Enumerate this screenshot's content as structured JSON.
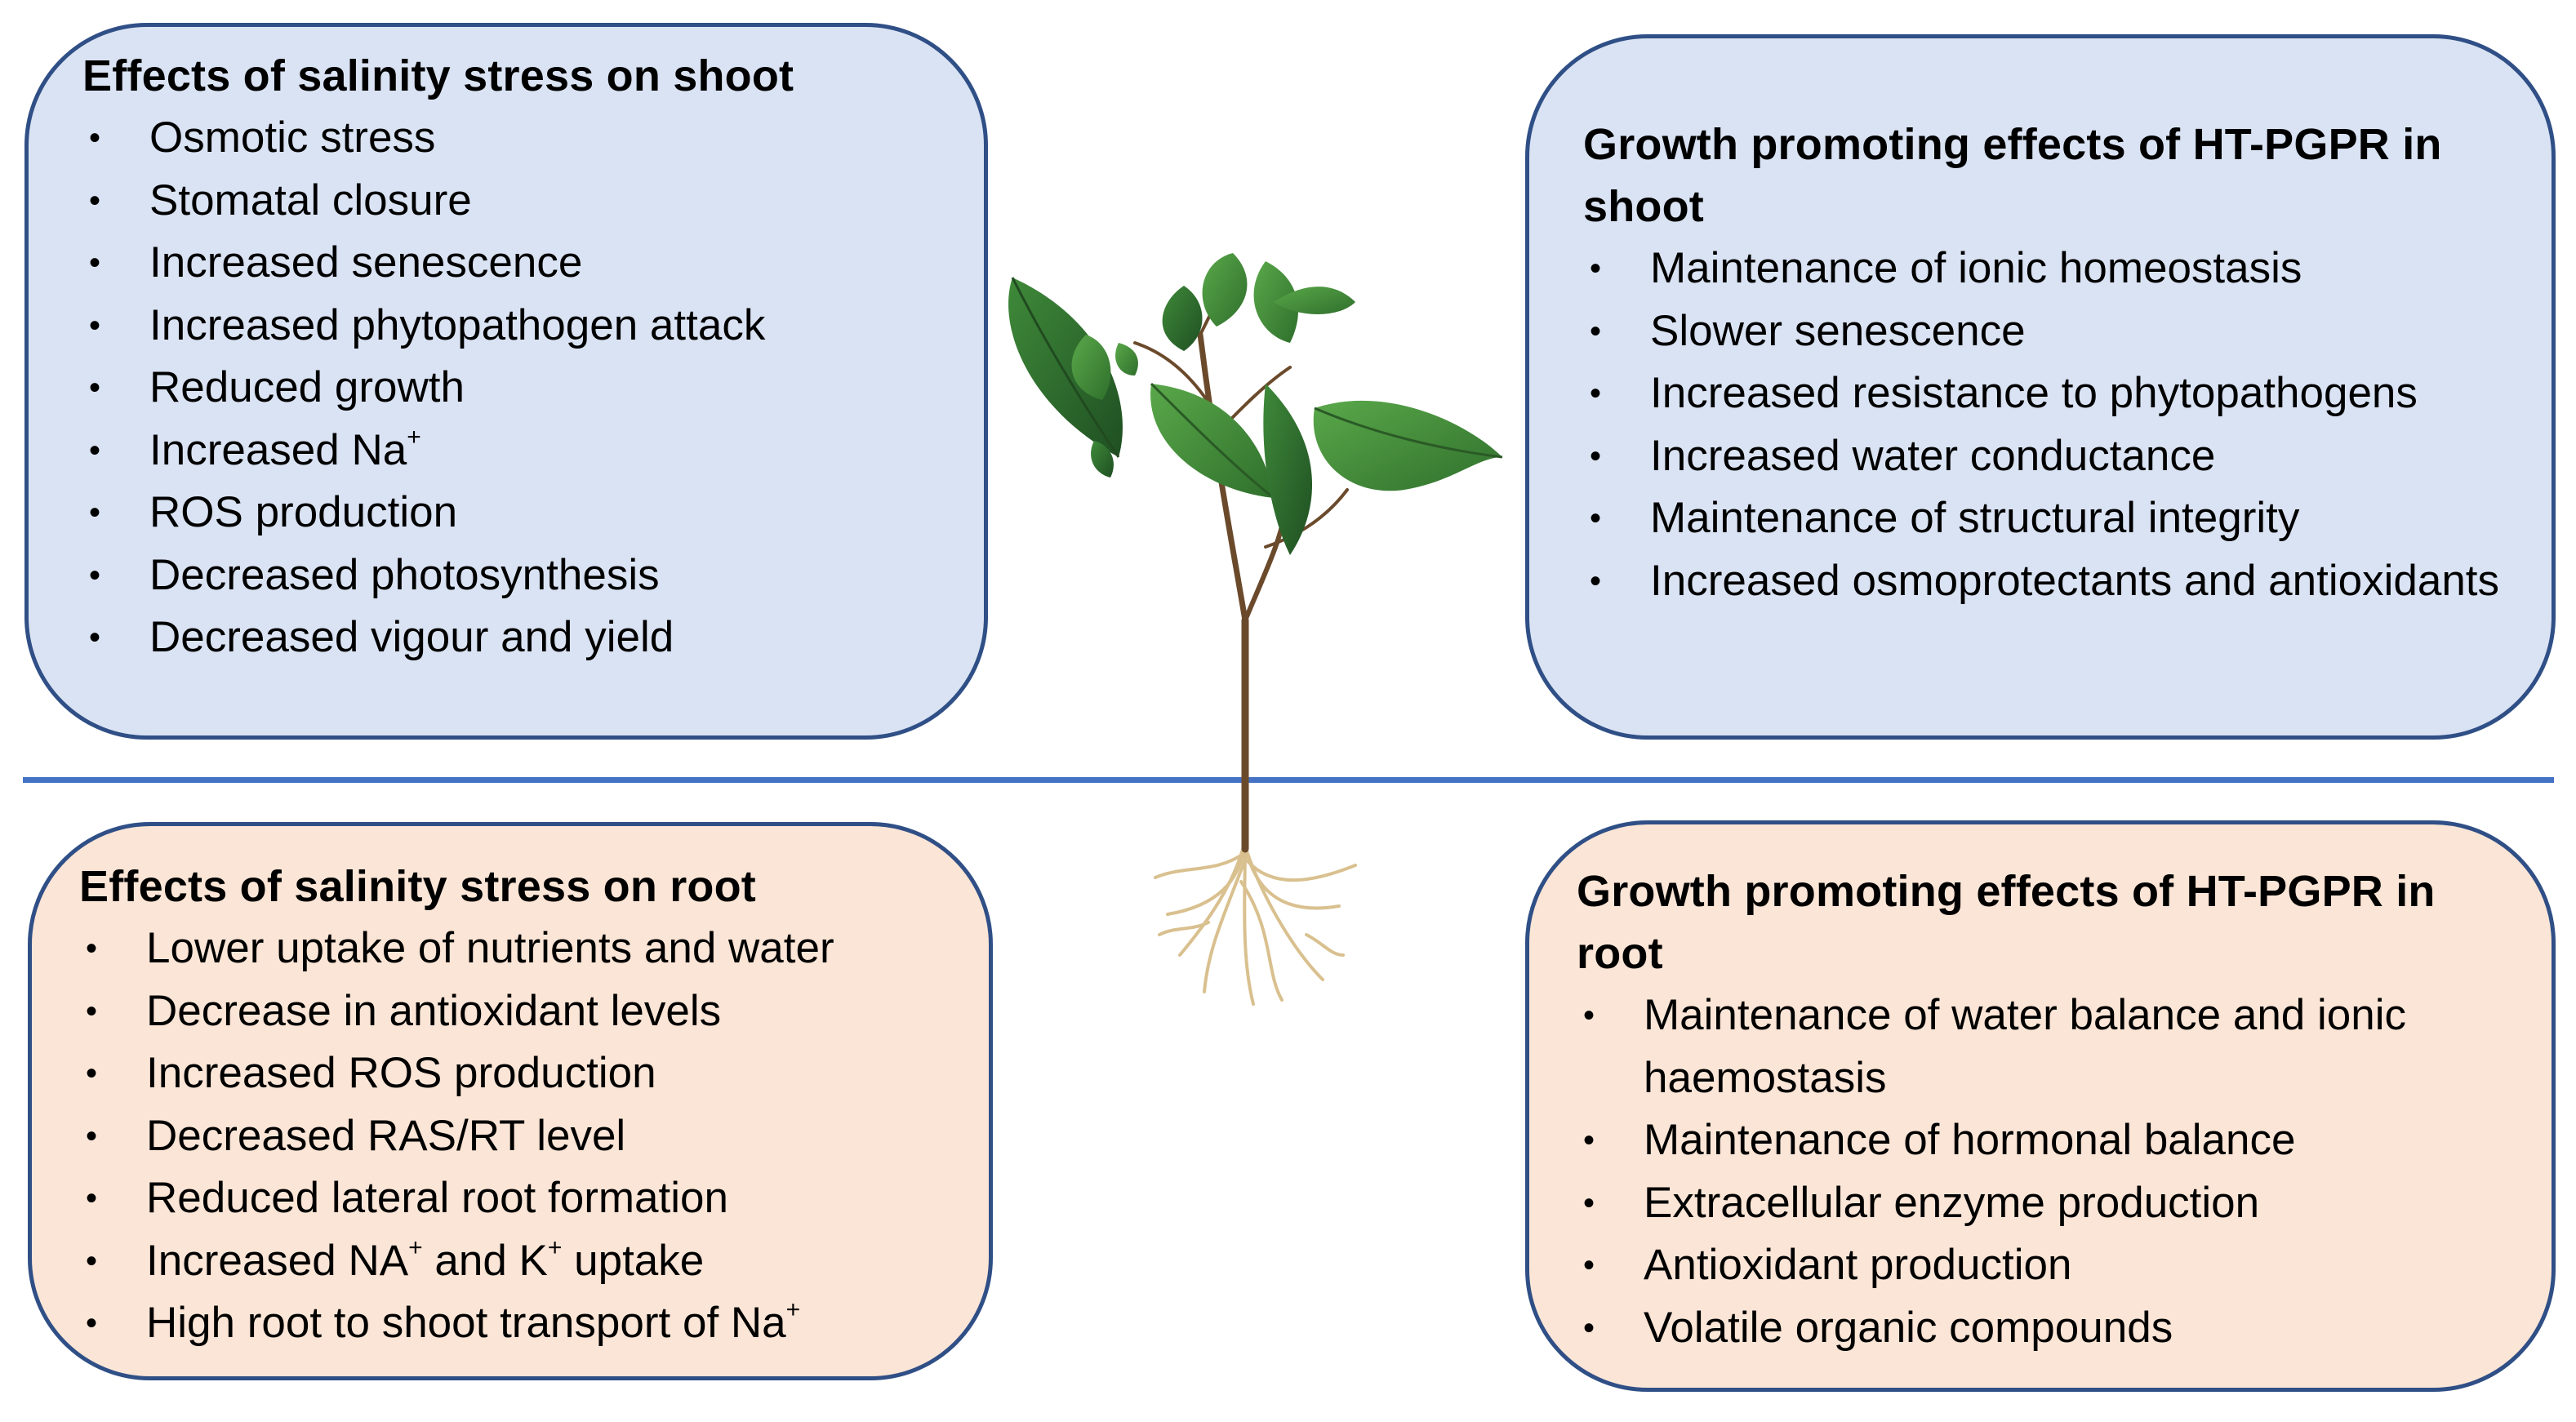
{
  "shoot_stress": {
    "title": "Effects of salinity stress on shoot",
    "items": [
      "Osmotic stress",
      "Stomatal closure",
      "Increased senescence",
      "Increased phytopathogen attack",
      "Reduced growth",
      "Increased Na",
      "ROS production",
      "Decreased photosynthesis",
      "Decreased vigour and yield"
    ]
  },
  "shoot_pgpr": {
    "title": "Growth promoting effects of HT-PGPR in shoot",
    "items": [
      "Maintenance of ionic homeostasis",
      "Slower senescence",
      "Increased resistance to phytopathogens",
      "Increased water conductance",
      "Maintenance of structural integrity",
      "Increased osmoprotectants and antioxidants"
    ]
  },
  "root_stress": {
    "title": "Effects of salinity stress on root",
    "items": [
      "Lower uptake of nutrients and water",
      "Decrease in antioxidant levels",
      "Increased ROS production",
      "Decreased RAS/RT level",
      "Reduced lateral root formation",
      [
        "Increased NA",
        " and K",
        " uptake"
      ],
      "High root to shoot transport of Na"
    ]
  },
  "root_pgpr": {
    "title": "Growth promoting effects of HT-PGPR in root",
    "items": [
      "Maintenance of water balance and ionic haemostasis",
      "Maintenance of hormonal balance",
      "Extracellular enzyme production",
      "Antioxidant production",
      "Volatile organic compounds"
    ]
  },
  "superscript_plus": "+",
  "bullet_glyph": "•",
  "colors": {
    "shoot_fill": "#dae3f3",
    "root_fill": "#fbe5d6",
    "box_border": "#2f4f86",
    "divider": "#4472c4",
    "leaf": "#3f8f3a",
    "stem": "#6b4a2c",
    "roots": "#d9c08f"
  }
}
